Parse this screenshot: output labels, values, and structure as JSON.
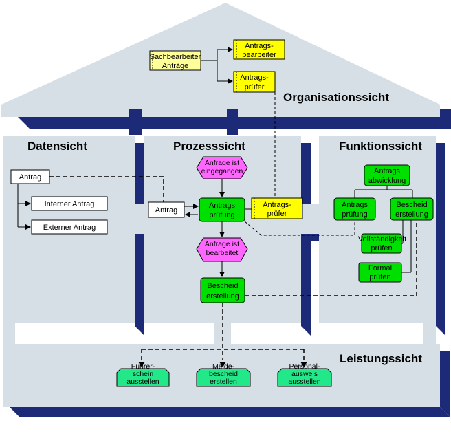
{
  "views": {
    "organisation": "Organisationssicht",
    "data": "Datensicht",
    "process": "Prozesssicht",
    "function": "Funktionssicht",
    "service": "Leistungssicht"
  },
  "organisation": {
    "clerk": [
      "Sachbearbeiter",
      "Anträge"
    ],
    "editor": [
      "Antrags-",
      "bearbeiter"
    ],
    "checker": [
      "Antrags-",
      "prüfer"
    ]
  },
  "data": {
    "entity": "Antrag",
    "internal": "Interner Antrag",
    "external": "Externer Antrag"
  },
  "process": {
    "event_received": [
      "Anfrage ist",
      "eingegangen"
    ],
    "data_object": "Antrag",
    "function_check": [
      "Antrags",
      "prüfung"
    ],
    "role_checker": [
      "Antrags-",
      "prüfer"
    ],
    "event_processed": [
      "Anfrage ist",
      "bearbeitet"
    ],
    "function_decision": [
      "Bescheid",
      "erstellung"
    ]
  },
  "function": {
    "root": [
      "Antrags",
      "abwicklung"
    ],
    "check": [
      "Antrags",
      "prüfung"
    ],
    "decision": [
      "Bescheid",
      "erstellung"
    ],
    "completeness": [
      "Vollständigkeit",
      "prüfen"
    ],
    "formal": [
      "Formal",
      "prüfen"
    ]
  },
  "service": {
    "license": [
      "Führer-",
      "schein",
      "ausstellen"
    ],
    "registration": [
      "Melde-",
      "bescheid",
      "erstellen"
    ],
    "id_card": [
      "Personal-",
      "ausweis",
      "ausstellen"
    ]
  },
  "colors": {
    "panel": "#d6dfe6",
    "shadow": "#1c2a78",
    "org_box": "#ffff99",
    "org_box_strong": "#ffff00",
    "function_box": "#00e000",
    "event": "#ff66ff",
    "service": "#22e88a"
  }
}
